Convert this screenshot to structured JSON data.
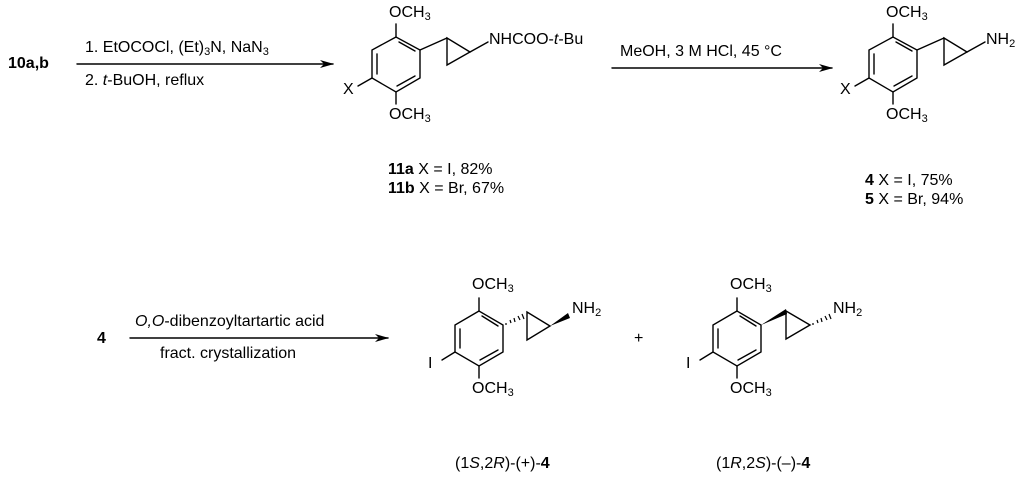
{
  "scheme": {
    "start_compound": "10a,b",
    "step1": {
      "reagent_line1_parts": [
        "1. EtOCOCl, (Et)",
        "3",
        "N, NaN",
        "3"
      ],
      "reagent_line2_num": "2. ",
      "reagent_line2_italic": "t",
      "reagent_line2_rest": "-BuOH, reflux"
    },
    "intermediate": {
      "substituent_top": "OCH3",
      "substituent_bottom": "OCH3",
      "substituent_x": "X",
      "amine_group_prefix": "NHCOO-",
      "amine_group_italic": "t",
      "amine_group_suffix": "-Bu",
      "yields": [
        {
          "id": "11a",
          "text": " X = I, 82%"
        },
        {
          "id": "11b",
          "text": " X = Br, 67%"
        }
      ]
    },
    "step2": {
      "reagent": "MeOH, 3 M HCl, 45 °C"
    },
    "product": {
      "substituent_top": "OCH3",
      "substituent_bottom": "OCH3",
      "substituent_x": "X",
      "amine_group": "NH2",
      "yields": [
        {
          "id": "4",
          "text": " X = I, 75%"
        },
        {
          "id": "5",
          "text": " X = Br, 94%"
        }
      ]
    },
    "step3": {
      "start_compound": "4",
      "reagent_italic": "O,O",
      "reagent_rest": "-dibenzoyltartartic acid",
      "condition": "fract. crystallization"
    },
    "enantiomers": [
      {
        "halogen": "I",
        "substituent_top": "OCH3",
        "substituent_bottom": "OCH3",
        "amine_group": "NH2",
        "label_prefix": "(1",
        "label_c1": "S",
        "label_mid": ",2",
        "label_c2": "R",
        "label_suffix": ")-(+)-",
        "label_compound": "4"
      },
      {
        "halogen": "I",
        "substituent_top": "OCH3",
        "substituent_bottom": "OCH3",
        "amine_group": "NH2",
        "label_prefix": "(1",
        "label_c1": "R",
        "label_mid": ",2",
        "label_c2": "S",
        "label_suffix": ")-(–)-",
        "label_compound": "4"
      }
    ],
    "plus_sign": "+"
  }
}
